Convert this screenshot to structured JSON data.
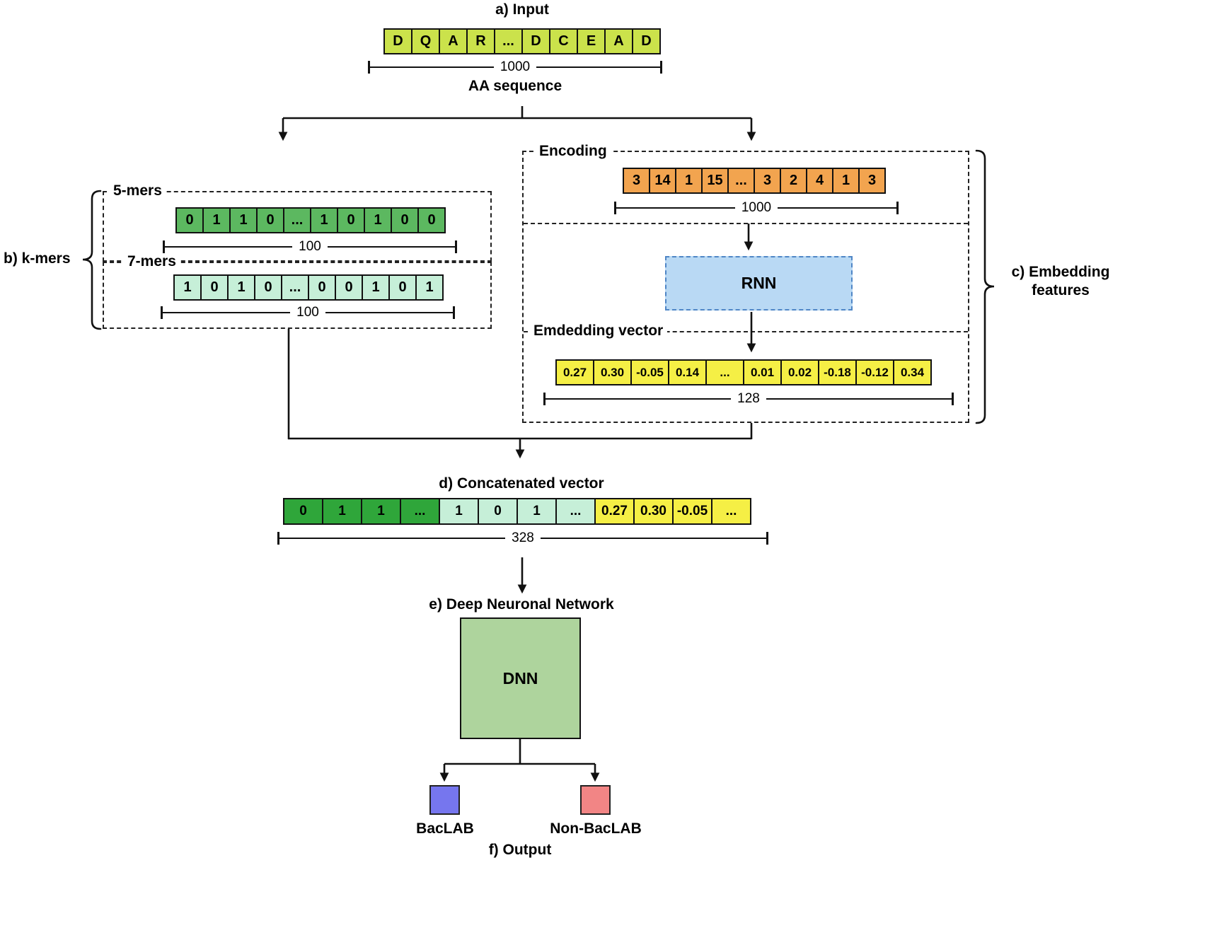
{
  "input": {
    "label": "a) Input",
    "cells": [
      "D",
      "Q",
      "A",
      "R",
      "...",
      "D",
      "C",
      "E",
      "A",
      "D"
    ],
    "measure": "1000",
    "sublabel": "AA sequence"
  },
  "kmers": {
    "label": "b) k-mers",
    "five": {
      "label": "5-mers",
      "cells": [
        "0",
        "1",
        "1",
        "0",
        "...",
        "1",
        "0",
        "1",
        "0",
        "0"
      ],
      "measure": "100"
    },
    "seven": {
      "label": "7-mers",
      "cells": [
        "1",
        "0",
        "1",
        "0",
        "...",
        "0",
        "0",
        "1",
        "0",
        "1"
      ],
      "measure": "100"
    }
  },
  "embedding": {
    "label_line1": "c) Embedding",
    "label_line2": "features",
    "encoding": {
      "label": "Encoding",
      "cells": [
        "3",
        "14",
        "1",
        "15",
        "...",
        "3",
        "2",
        "4",
        "1",
        "3"
      ],
      "measure": "1000"
    },
    "rnn": "RNN",
    "vector": {
      "label": "Emdedding vector",
      "cells": [
        "0.27",
        "0.30",
        "-0.05",
        "0.14",
        "...",
        "0.01",
        "0.02",
        "-0.18",
        "-0.12",
        "0.34"
      ],
      "measure": "128"
    }
  },
  "concat": {
    "label": "d) Concatenated vector",
    "cells": [
      "0",
      "1",
      "1",
      "...",
      "1",
      "0",
      "1",
      "...",
      "0.27",
      "0.30",
      "-0.05",
      "..."
    ],
    "measure": "328"
  },
  "dnn": {
    "label": "e) Deep Neuronal Network",
    "box": "DNN"
  },
  "output": {
    "label": "f) Output",
    "baclab": "BacLAB",
    "nonbaclab": "Non-BacLAB"
  },
  "colors": {
    "input_cell": "#cbe24b",
    "kmer5_cell": "#5cb860",
    "kmer7_cell": "#c6efd8",
    "encoding_cell": "#f2a44f",
    "rnn_fill": "#b9d9f4",
    "rnn_border": "#4f86c6",
    "vector_cell": "#f5ef45",
    "concat_green": "#2fa63a",
    "dnn_fill": "#aed49d",
    "baclab_fill": "#7676ee",
    "nonbaclab_fill": "#f28585"
  }
}
